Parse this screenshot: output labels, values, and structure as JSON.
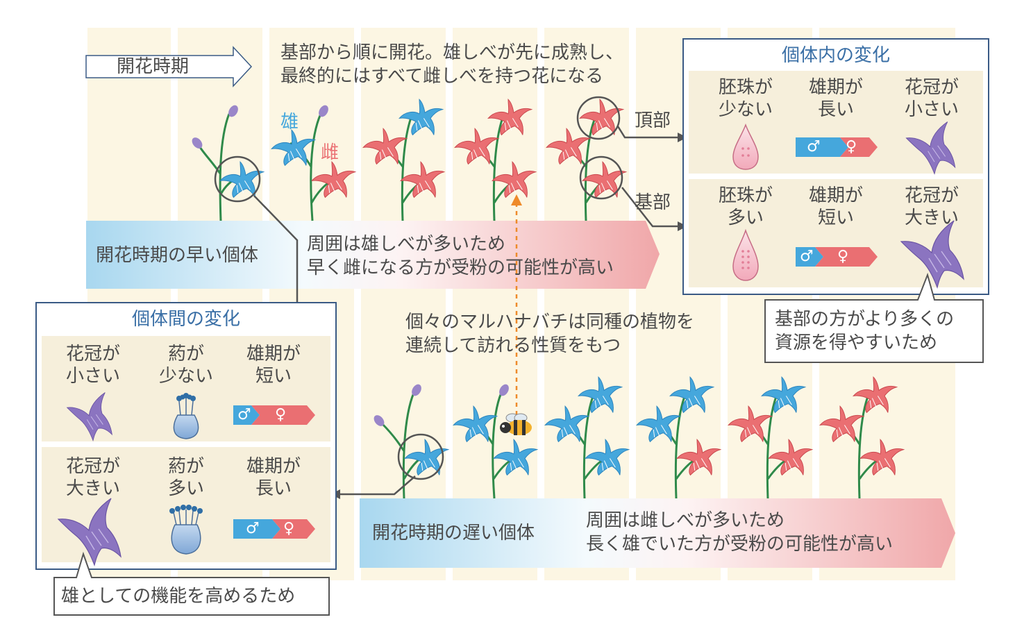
{
  "timeline_arrow": "開花時期",
  "top_note": [
    "基部から順に開花。雄しべが先に成熟し、",
    "最終的にはすべて雌しべを持つ花になる"
  ],
  "flower_labels": {
    "male": "雄",
    "female": "雌"
  },
  "position_labels": {
    "top": "頂部",
    "base": "基部"
  },
  "early_band": {
    "title": "開花時期の早い個体",
    "desc": [
      "周囲は雄しべが多いため",
      "早く雌になる方が受粉の可能性が高い"
    ]
  },
  "late_band": {
    "title": "開花時期の遅い個体",
    "desc": [
      "周囲は雌しべが多いため",
      "長く雄でいた方が受粉の可能性が高い"
    ]
  },
  "bee_note": [
    "個々のマルハナバチは同種の植物を",
    "連続して訪れる性質をもつ"
  ],
  "within_panel": {
    "title": "個体内の変化",
    "rows": [
      {
        "ovule": [
          "胚珠が",
          "少ない"
        ],
        "male_period": [
          "雄期が",
          "長い"
        ],
        "corolla": [
          "花冠が",
          "小さい"
        ]
      },
      {
        "ovule": [
          "胚珠が",
          "多い"
        ],
        "male_period": [
          "雄期が",
          "短い"
        ],
        "corolla": [
          "花冠が",
          "大きい"
        ]
      }
    ],
    "reason": [
      "基部の方がより多くの",
      "資源を得やすいため"
    ]
  },
  "between_panel": {
    "title": "個体間の変化",
    "rows": [
      {
        "corolla": [
          "花冠が",
          "小さい"
        ],
        "anther": [
          "葯が",
          "少ない"
        ],
        "male_period": [
          "雄期が",
          "短い"
        ]
      },
      {
        "corolla": [
          "花冠が",
          "大きい"
        ],
        "anther": [
          "葯が",
          "多い"
        ],
        "male_period": [
          "雄期が",
          "長い"
        ]
      }
    ],
    "reason": "雄としての機能を高めるため"
  },
  "symbols": {
    "male": "♂",
    "female": "♀"
  },
  "colors": {
    "male": "#45a7dc",
    "female": "#ea6f72",
    "stem": "#2f8a4a",
    "bud": "#9a86c9",
    "corolla": "#8b74c0",
    "ovule": "#f2b8c4",
    "anther": "#8fb4dc",
    "panel_border": "#3a5a85",
    "panel_title": "#3a6fa6",
    "column_bg": "#fcf6e3"
  }
}
